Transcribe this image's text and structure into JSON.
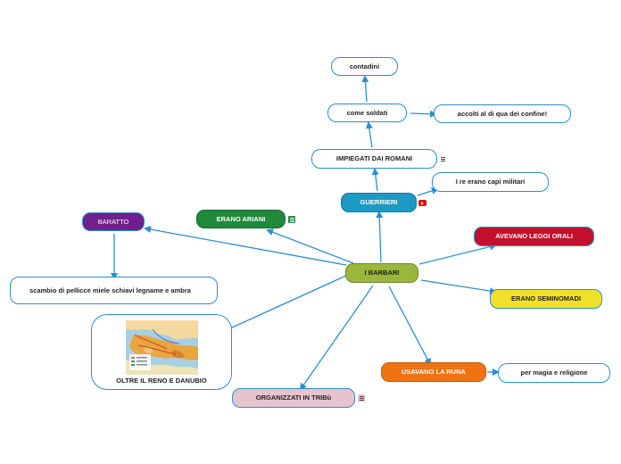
{
  "mindmap": {
    "center": {
      "label": "I BARBARI",
      "color": "#9ab73c"
    },
    "nodes": {
      "guerrieri": {
        "label": "GUERRIERI",
        "color": "#1d9ac4"
      },
      "capi_militari": {
        "label": "I re erano capi militari"
      },
      "impiegati_romani": {
        "label": "IMPIEGATI DAI ROMANI"
      },
      "come_soldati": {
        "label": "come soldati"
      },
      "contadini": {
        "label": "contadini"
      },
      "accolti": {
        "label": "accolti al di qua dei confine!"
      },
      "erano_ariani": {
        "label": "ERANO ARIANI",
        "color": "#1f8a3a"
      },
      "baratto": {
        "label": "BARATTO",
        "color": "#6f1f8e"
      },
      "scambio": {
        "label": "scambio di pellicce miele schiavi legname e ambra"
      },
      "oltre_reno": {
        "label": "OLTRE IL RENO E DANUBIO"
      },
      "organizzati": {
        "label": "ORGANIZZATI IN TRIBù",
        "color": "#e9c2cf"
      },
      "usavano_runa": {
        "label": "USAVANO LA RUNA",
        "color": "#ee7312"
      },
      "magia": {
        "label": "per magia e religione"
      },
      "seminomadi": {
        "label": "ERANO SEMINOMADI",
        "color": "#f1e02a"
      },
      "leggi_orali": {
        "label": "AVEVANO LEGGI ORALI",
        "color": "#c3102c"
      }
    },
    "colors": {
      "link": "#2a8fd0",
      "outline": "#2a8fd0"
    },
    "icons": [
      "note-icon",
      "youtube-icon",
      "map-image"
    ]
  }
}
